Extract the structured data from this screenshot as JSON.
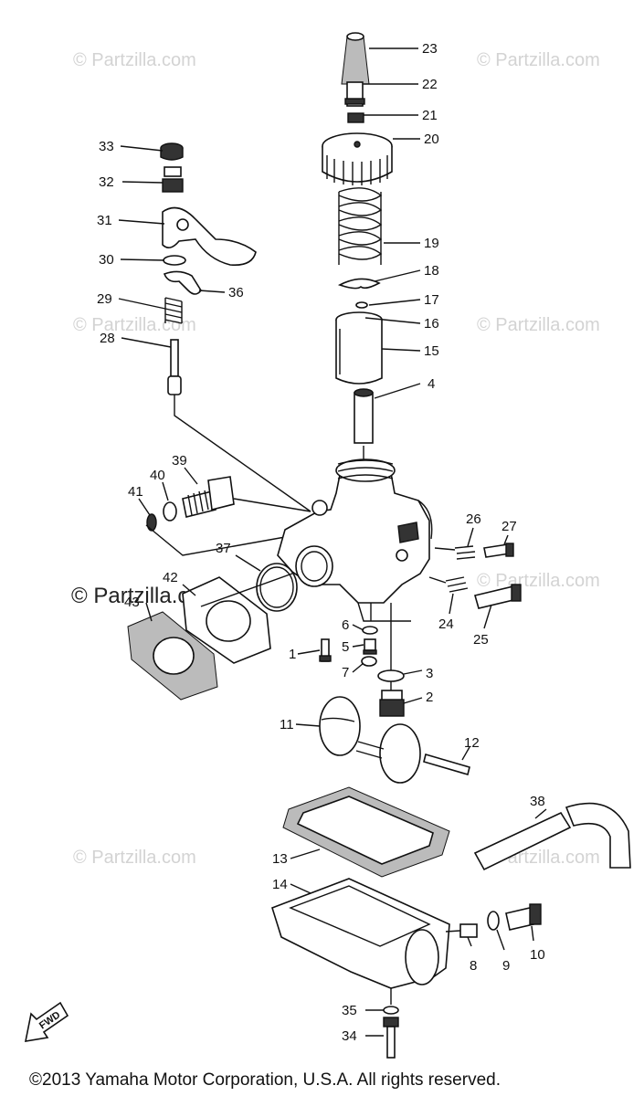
{
  "watermark": "© Partzilla.com",
  "copyright": "©2013 Yamaha Motor Corporation, U.S.A. All rights reserved.",
  "fwd_label": "FWD",
  "callouts": [
    "23",
    "22",
    "21",
    "20",
    "19",
    "18",
    "17",
    "16",
    "15",
    "4",
    "33",
    "32",
    "31",
    "30",
    "36",
    "29",
    "28",
    "39",
    "40",
    "41",
    "26",
    "27",
    "37",
    "42",
    "43",
    "24",
    "25",
    "6",
    "5",
    "1",
    "7",
    "3",
    "2",
    "11",
    "12",
    "38",
    "13",
    "14",
    "8",
    "9",
    "10",
    "35",
    "34"
  ]
}
